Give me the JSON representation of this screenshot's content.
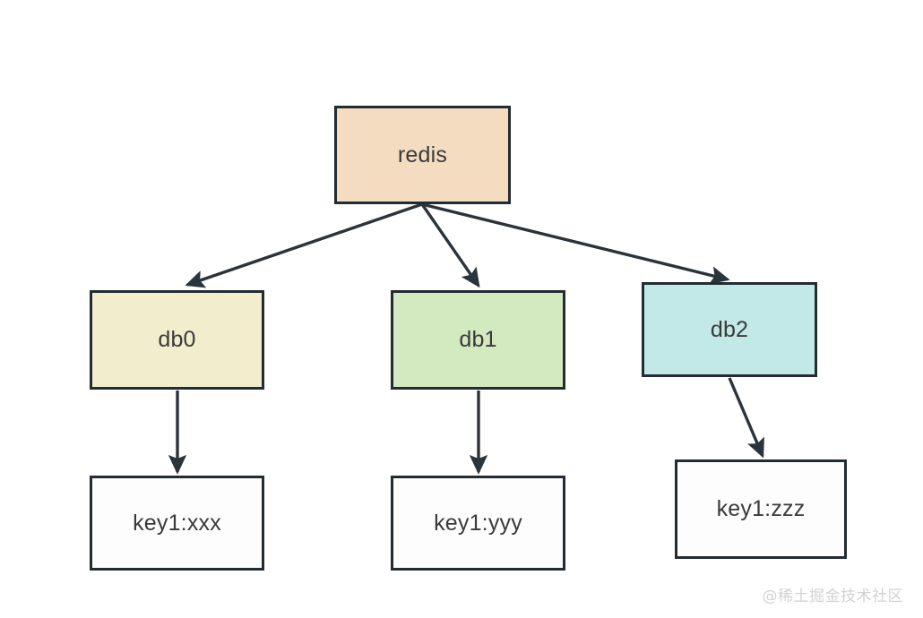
{
  "diagram": {
    "type": "tree-diagram",
    "background_color": "#ffffff",
    "edge_color": "#2b333b",
    "border_color": "#232b33",
    "text_color": "#3a3a3a",
    "nodes": [
      {
        "id": "redis",
        "label": "redis",
        "fill": "#f4dcc0",
        "level": 0
      },
      {
        "id": "db0",
        "label": "db0",
        "fill": "#f2edcd",
        "level": 1
      },
      {
        "id": "db1",
        "label": "db1",
        "fill": "#d3e9c0",
        "level": 1
      },
      {
        "id": "db2",
        "label": "db2",
        "fill": "#c3e8e8",
        "level": 1
      },
      {
        "id": "key0",
        "label": "key1:xxx",
        "fill": "#fdfdfd",
        "level": 2
      },
      {
        "id": "key1",
        "label": "key1:yyy",
        "fill": "#fdfdfd",
        "level": 2
      },
      {
        "id": "key2",
        "label": "key1:zzz",
        "fill": "#fdfdfd",
        "level": 2
      }
    ],
    "edges": [
      {
        "from": "redis",
        "to": "db0"
      },
      {
        "from": "redis",
        "to": "db1"
      },
      {
        "from": "redis",
        "to": "db2"
      },
      {
        "from": "db0",
        "to": "key0"
      },
      {
        "from": "db1",
        "to": "key1"
      },
      {
        "from": "db2",
        "to": "key2"
      }
    ]
  },
  "watermark": {
    "text": "@稀土掘金技术社区"
  }
}
